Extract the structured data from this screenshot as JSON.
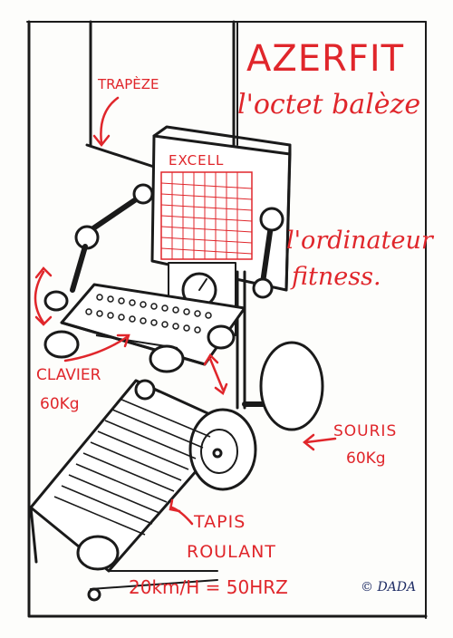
{
  "title": "AZERFIT",
  "subtitle": "l'octet balèze",
  "labels": {
    "trapeze": "TRAPÈZE",
    "screen": "EXCELL",
    "ordinateur_line1": "l'ordinateur",
    "ordinateur_line2": "fitness.",
    "clavier_line1": "CLAVIER",
    "clavier_line2": "60Kg",
    "souris_line1": "SOURIS",
    "souris_line2": "60Kg",
    "tapis_line1": "TAPIS",
    "tapis_line2": "ROULANT",
    "speed": "20km/H = 50HRZ"
  },
  "signature": "© DADA",
  "colors": {
    "ink": "#1a1a1a",
    "red": "#e0262b",
    "signature": "#1c2a63",
    "paper": "#fdfdfb"
  }
}
